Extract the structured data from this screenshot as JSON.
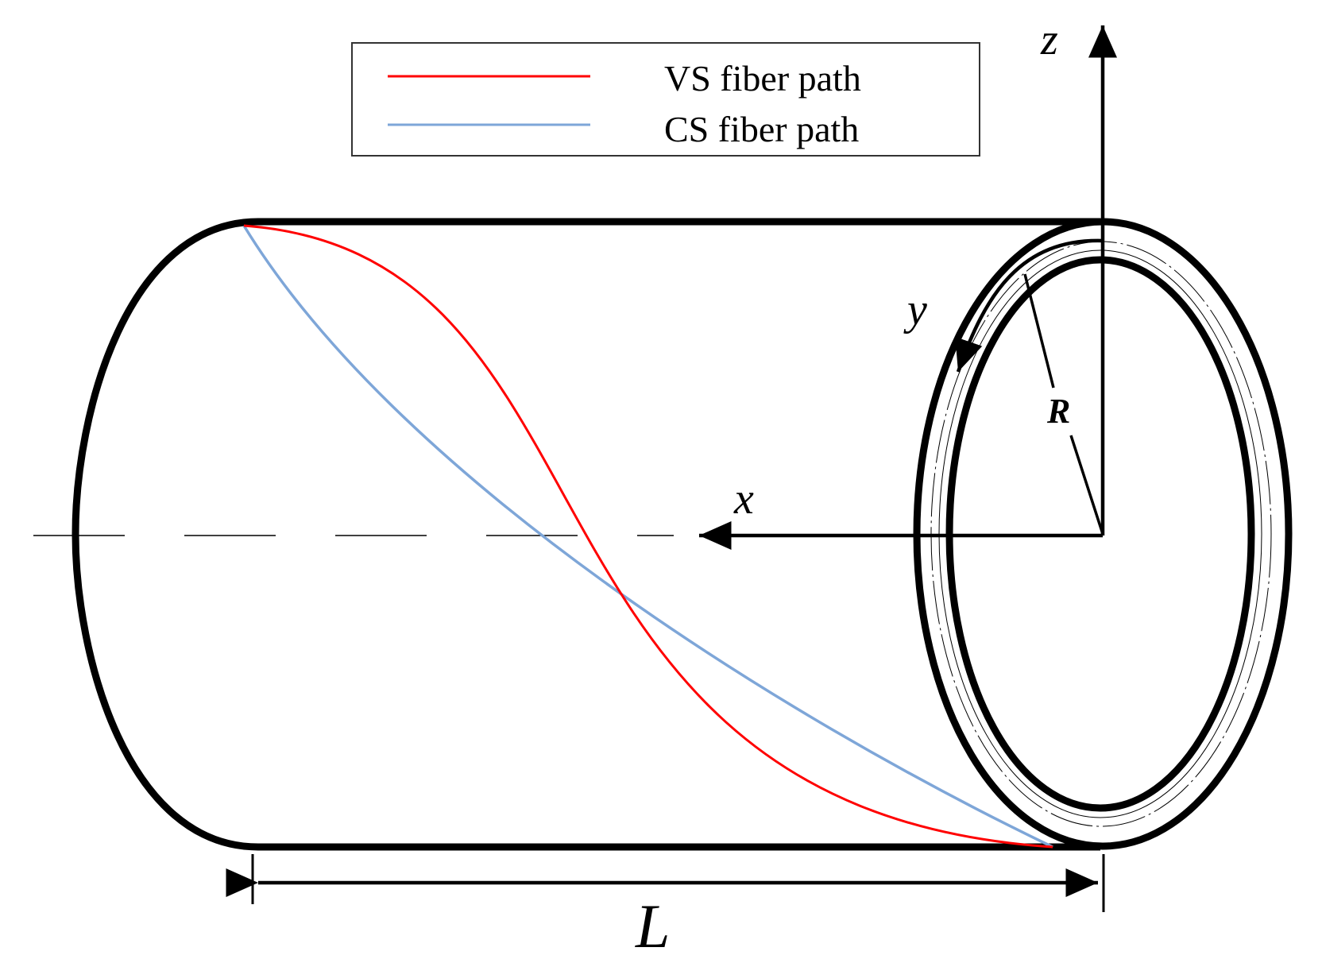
{
  "legend": {
    "items": [
      {
        "label": "VS fiber path",
        "color": "#ff0000"
      },
      {
        "label": "CS fiber path",
        "color": "#7ea6d8"
      }
    ]
  },
  "axes": {
    "z": "z",
    "y": "y",
    "x": "x"
  },
  "radius_label": "R",
  "length_label": "L",
  "colors": {
    "outline": "#000000",
    "vs_path": "#ff0000",
    "cs_path": "#7ea6d8"
  }
}
